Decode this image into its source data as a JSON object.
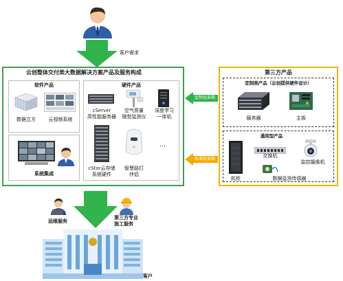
{
  "top": {
    "requirement_label": "客户需求"
  },
  "main": {
    "title": "云创整体交付类大数据解决方案产品及服务构成",
    "software": {
      "title": "软件产品",
      "items": [
        "数据立方",
        "云视频系统"
      ]
    },
    "system": {
      "title": "系统集成"
    },
    "hardware": {
      "title": "硬件产品",
      "items": [
        "cServer\n高性能服务器",
        "空气质量\n微型监测仪",
        "深度学习\n一体机",
        "cStor云存储\n系统硬件",
        "智慧路灯\n伴侣"
      ],
      "more": "…"
    }
  },
  "third_party": {
    "title": "第三方产品",
    "custom": {
      "title": "定制类产品（云创提供硬件设计）",
      "items": [
        "服务器",
        "主板"
      ]
    },
    "general": {
      "title": "通用型产品",
      "items": [
        "交换机",
        "监控摄像机",
        "机柜",
        "数据监测传感器"
      ]
    }
  },
  "arrows": {
    "custom_purchase": "定制化采购",
    "standard_purchase": "标准化采购"
  },
  "bottom": {
    "ops_service": "运维服务",
    "construction_service": "第三方专业\n施工服务",
    "customer": "客户"
  },
  "colors": {
    "green": "#3aa04a",
    "yellow": "#f0b400",
    "arrow_green": "#2fb34a",
    "arrow_orange": "#f7a800"
  }
}
